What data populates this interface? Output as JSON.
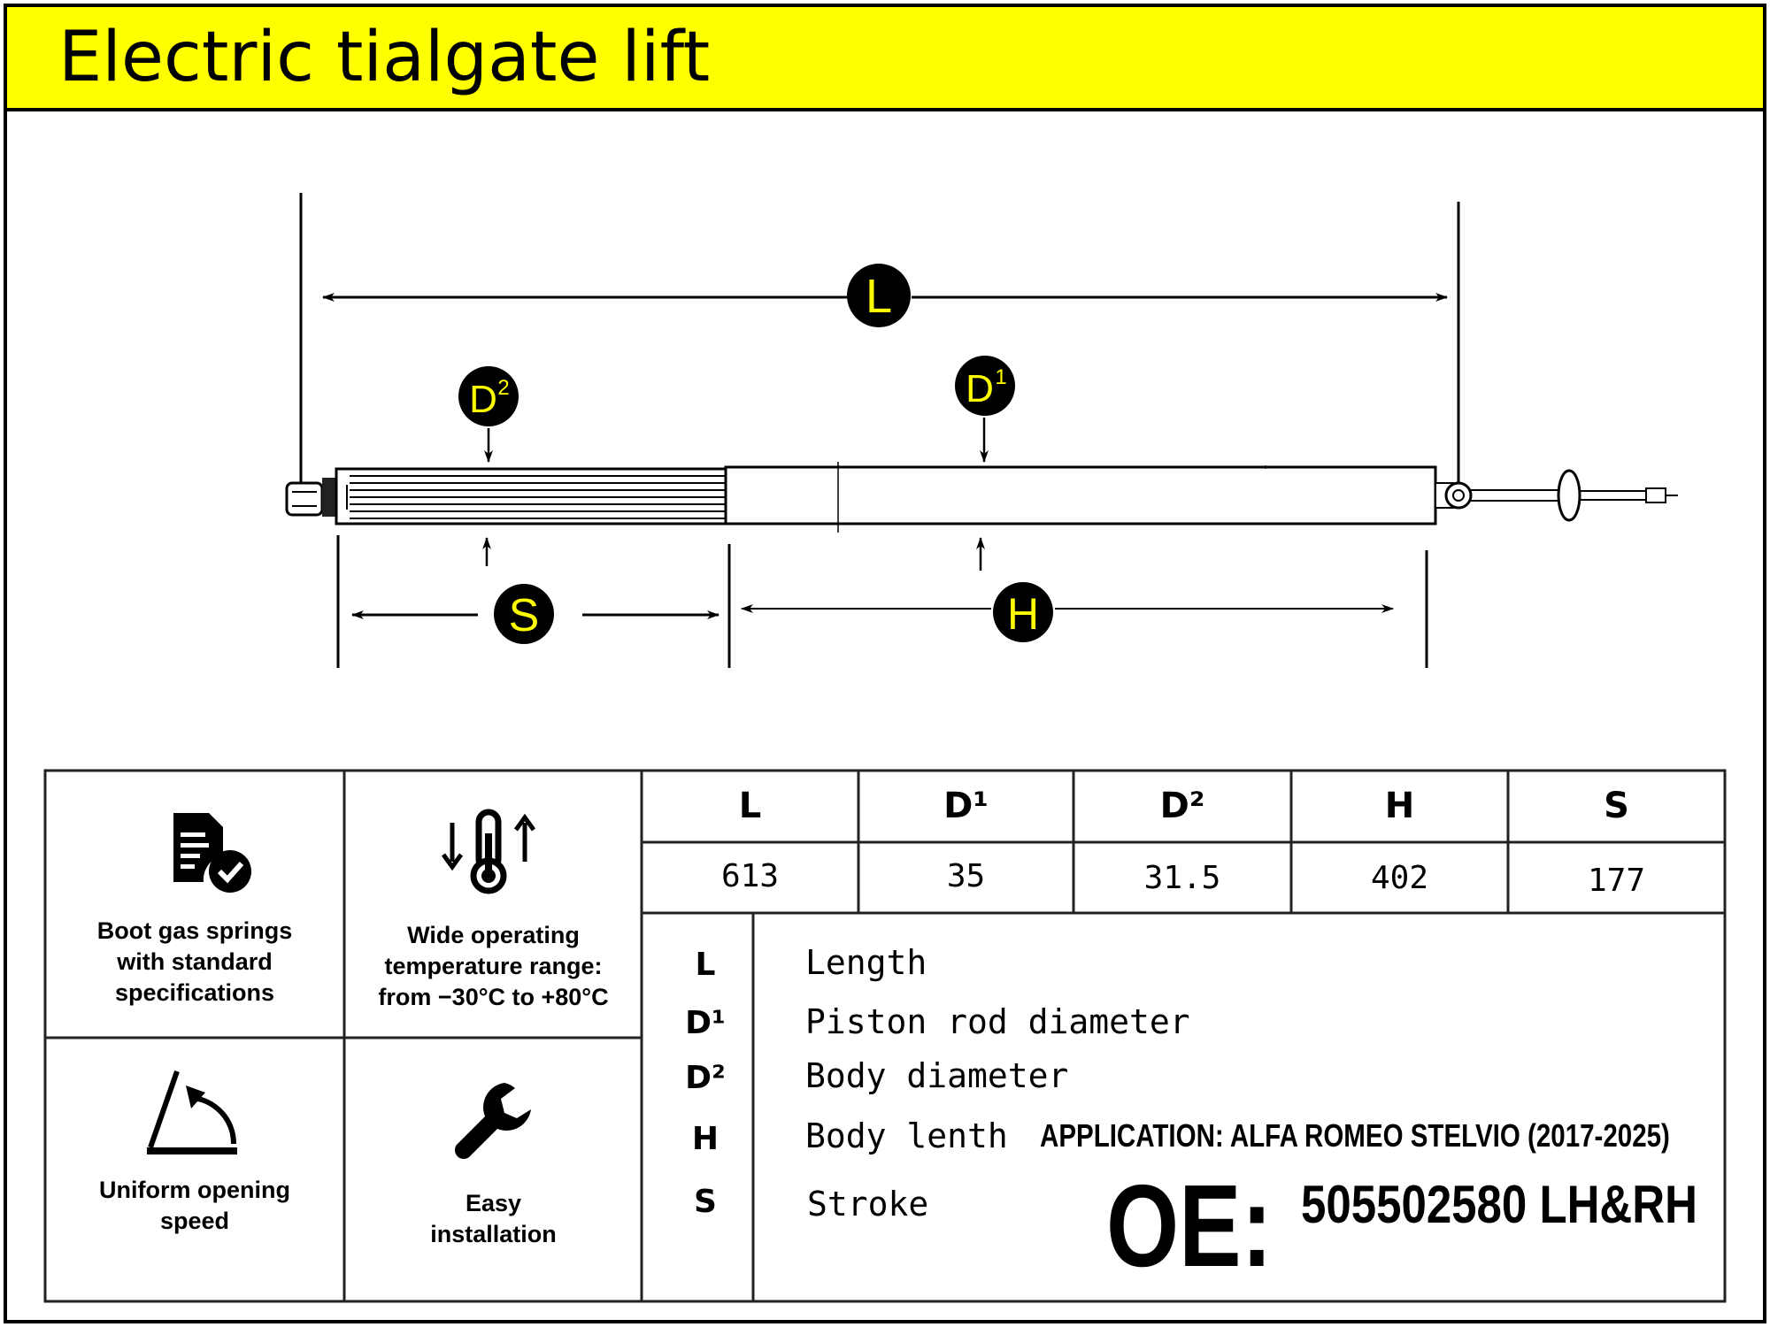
{
  "header": {
    "title": "Electric tialgate lift",
    "bg_color": "#ffff00"
  },
  "diagram": {
    "labels": {
      "L": "L",
      "D1_base": "D",
      "D1_sup": "1",
      "D2_base": "D",
      "D2_sup": "2",
      "S": "S",
      "H": "H"
    },
    "label_text_color": "#ffff00",
    "marker_fill": "#000000"
  },
  "features": [
    {
      "icon": "document-check-icon",
      "text_lines": [
        "Boot gas springs",
        "with standard",
        "specifications"
      ]
    },
    {
      "icon": "thermometer-arrows-icon",
      "text_lines": [
        "Wide operating",
        "temperature range:",
        "from −30°C to +80°C"
      ]
    },
    {
      "icon": "opening-angle-icon",
      "text_lines": [
        "Uniform opening",
        "speed"
      ]
    },
    {
      "icon": "wrench-icon",
      "text_lines": [
        "Easy",
        "installation"
      ]
    }
  ],
  "spec_table": {
    "headers": [
      "L",
      "D¹",
      "D²",
      "H",
      "S"
    ],
    "values": [
      "613",
      "35",
      "31.5",
      "402",
      "177"
    ]
  },
  "glossary": [
    {
      "symbol": "L",
      "description": "Length"
    },
    {
      "symbol": "D¹",
      "description": "Piston rod diameter"
    },
    {
      "symbol": "D²",
      "description": "Body diameter"
    },
    {
      "symbol": "H",
      "description": "Body lenth"
    },
    {
      "symbol": "S",
      "description": "Stroke"
    }
  ],
  "application": "APPLICATION: ALFA ROMEO STELVIO  (2017-2025)",
  "oe": {
    "label": "OE:",
    "number": "505502580 LH&RH"
  }
}
